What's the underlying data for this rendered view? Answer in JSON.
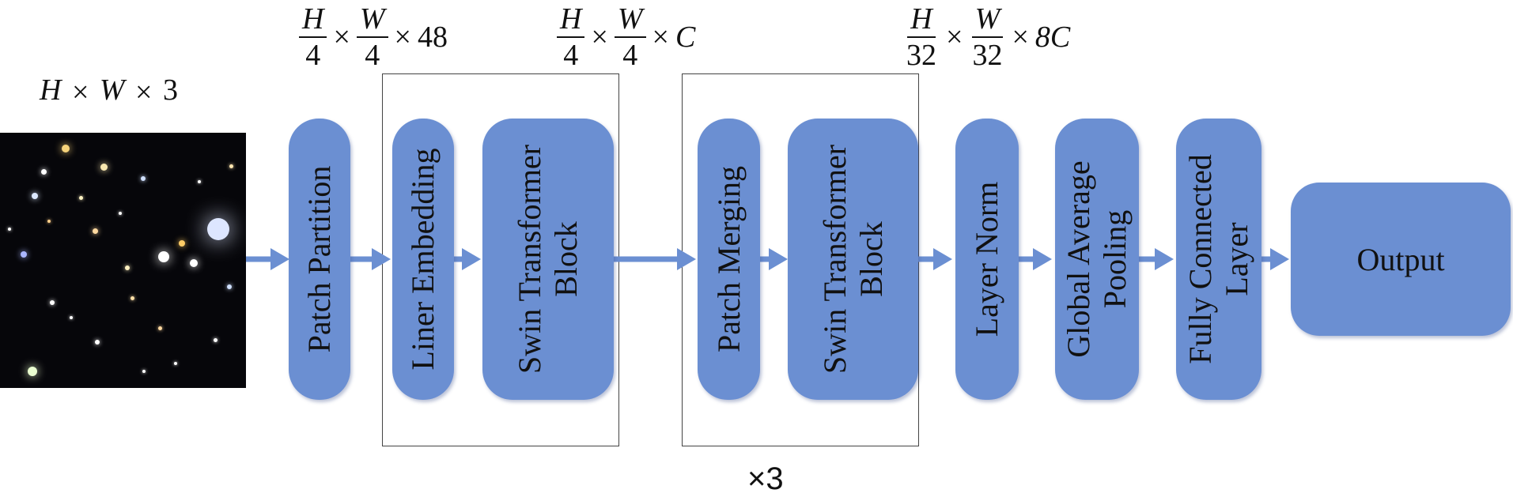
{
  "input_dims": {
    "h": "H",
    "times1": "×",
    "w": "W",
    "times2": "×",
    "c": "3"
  },
  "dims_after_partition": {
    "h": "H",
    "d1": "4",
    "times1": "×",
    "w": "W",
    "d2": "4",
    "times2": "×",
    "c": "48"
  },
  "dims_stage1": {
    "h": "H",
    "d1": "4",
    "times1": "×",
    "w": "W",
    "d2": "4",
    "times2": "×",
    "c": "C"
  },
  "dims_stage2": {
    "h": "H",
    "d1": "32",
    "times1": "×",
    "w": "W",
    "d2": "32",
    "times2": "×",
    "c": "8C"
  },
  "blocks": {
    "patch_partition": "Patch Partition",
    "liner_embedding": "Liner Embedding",
    "swin_block_1_line1": "Swin Transformer",
    "swin_block_1_line2": "Block",
    "patch_merging": "Patch Merging",
    "swin_block_2_line1": "Swin Transformer",
    "swin_block_2_line2": "Block",
    "layer_norm": "Layer Norm",
    "gap_line1": "Global Average",
    "gap_line2": "Pooling",
    "fc_line1": "Fully Connected",
    "fc_line2": "Layer",
    "output": "Output"
  },
  "repeat_label": "×3",
  "colors": {
    "block_fill": "#6b8fd2",
    "arrow": "#6b8fd2",
    "image_bg": "#06060a"
  }
}
